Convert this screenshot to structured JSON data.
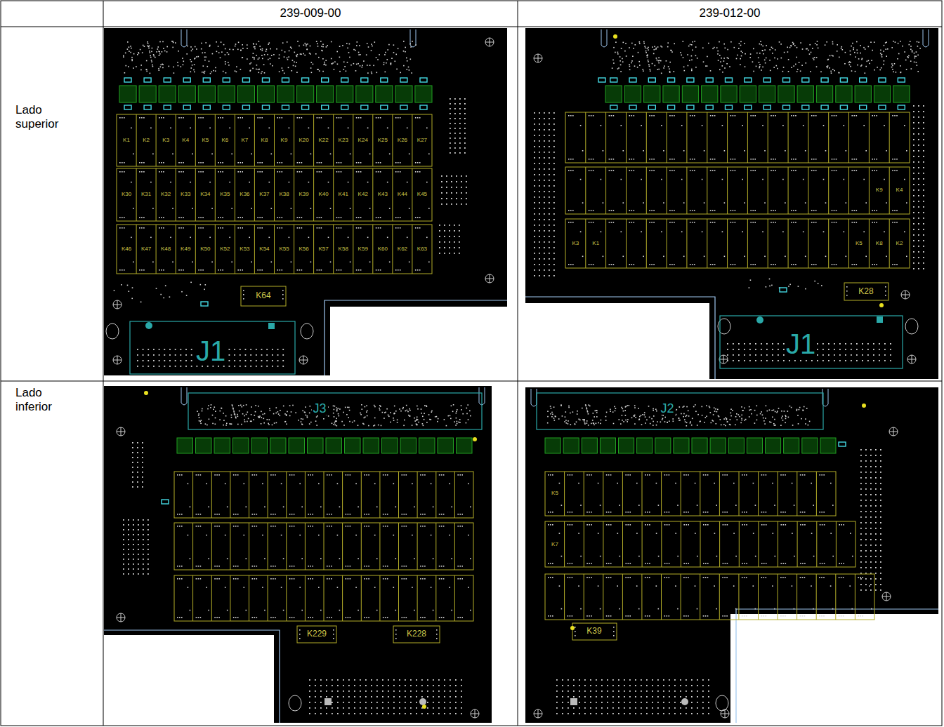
{
  "diagram": {
    "labels": [
      "239-009-00",
      "239-012-00",
      "Lado superior",
      "Lado inferior",
      "K1",
      "K2",
      "K3",
      "K4",
      "K5",
      "K6",
      "K7",
      "K8",
      "K9",
      "K20",
      "K22",
      "K23",
      "K24",
      "K25",
      "K26",
      "K27",
      "K30",
      "K31",
      "K32",
      "K33",
      "K34",
      "K35",
      "K36",
      "K37",
      "K38",
      "K39",
      "K40",
      "K41",
      "K42",
      "K43",
      "K44",
      "K45",
      "K46",
      "K47",
      "K48",
      "K49",
      "K50",
      "K52",
      "K53",
      "K54",
      "K55",
      "K56",
      "K57",
      "K58",
      "K59",
      "K60",
      "K62",
      "K63",
      "K64",
      "J1",
      "K9",
      "K4",
      "K3",
      "K1",
      "K5",
      "K8",
      "K2",
      "K28",
      "J1",
      "J3",
      "K229",
      "K228",
      "J2",
      "K5",
      "K7",
      "K39"
    ]
  }
}
